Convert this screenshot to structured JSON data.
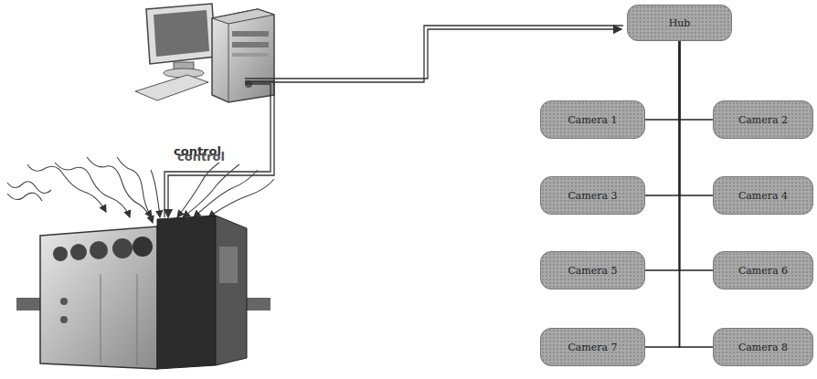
{
  "diagram": {
    "nodes": [
      {
        "text": [
          "Hub"
        ]
      },
      {
        "text": [
          "Camera 1"
        ]
      },
      {
        "text": [
          "Camera 2"
        ]
      },
      {
        "text": [
          "Camera 3"
        ]
      },
      {
        "text": [
          "Camera 4"
        ]
      },
      {
        "text": [
          "Camera 5"
        ]
      },
      {
        "text": [
          "Camera 6"
        ]
      },
      {
        "text": [
          "Camera 7"
        ]
      },
      {
        "text": [
          "Camera 8"
        ]
      }
    ],
    "edges": [
      {
        "from": 0,
        "to": 1,
        "arrow": "none"
      },
      {
        "from": 0,
        "to": 2,
        "arrow": "none"
      },
      {
        "from": 0,
        "to": 3,
        "arrow": "none"
      },
      {
        "from": 0,
        "to": 4,
        "arrow": "none"
      },
      {
        "from": 0,
        "to": 5,
        "arrow": "none"
      },
      {
        "from": 0,
        "to": 6,
        "arrow": "none"
      },
      {
        "from": 0,
        "to": 7,
        "arrow": "none"
      },
      {
        "from": 0,
        "to": 8,
        "arrow": "none"
      }
    ],
    "labels": [
      "control",
      "control"
    ]
  }
}
